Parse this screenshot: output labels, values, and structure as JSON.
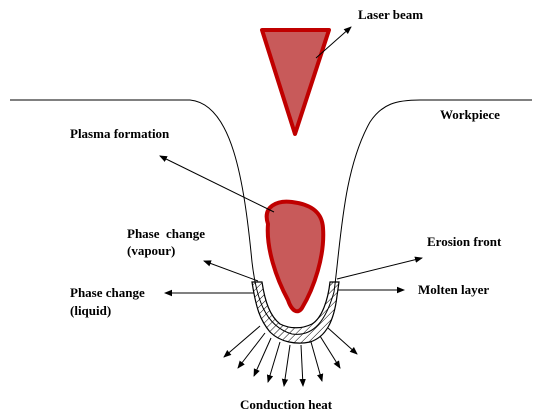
{
  "labels": {
    "laser_beam": "Laser beam",
    "workpiece": "Workpiece",
    "plasma_formation": "Plasma formation",
    "phase_change_vapour_line1": "Phase  change",
    "phase_change_vapour_line2": "(vapour)",
    "erosion_front": "Erosion front",
    "phase_change_liquid_line1": "Phase change",
    "phase_change_liquid_line2": "(liquid)",
    "molten_layer": "Molten layer",
    "conduction_heat": "Conduction heat"
  },
  "colors": {
    "beam_fill": "#c85a5a",
    "beam_stroke": "#c00000",
    "line": "#000000"
  }
}
